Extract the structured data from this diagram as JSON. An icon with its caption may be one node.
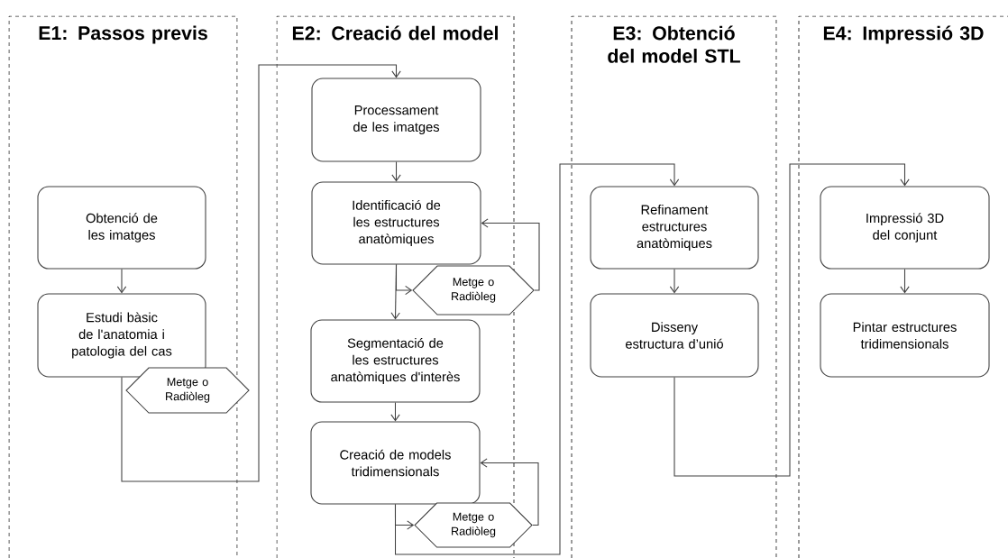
{
  "diagram": {
    "nodes": [
      {
        "text": [
          "E1: Passos previs"
        ]
      },
      {
        "text": [
          "E2: Creació del model"
        ]
      },
      {
        "text": [
          "E3: Obtenció del model STL"
        ]
      },
      {
        "text": [
          "E4: Impressió 3D"
        ]
      },
      {
        "text": [
          "Obtenció de les imatges"
        ],
        "in": 0
      },
      {
        "text": [
          "Estudi bàsic de l'anatomia i patologia del cas"
        ],
        "in": 0
      },
      {
        "text": [
          "Metge o Radiòleg"
        ]
      },
      {
        "text": [
          "Processament de les imatges"
        ],
        "in": 1
      },
      {
        "text": [
          "Identificació de les estructures anatòmiques"
        ],
        "in": 1
      },
      {
        "text": [
          "Metge o Radiòleg"
        ]
      },
      {
        "text": [
          "Segmentació de les estructures anatòmiques d'interès"
        ],
        "in": 1
      },
      {
        "text": [
          "Creació de models tridimensionals"
        ],
        "in": 1
      },
      {
        "text": [
          "Metge o Radiòleg"
        ]
      },
      {
        "text": [
          "Refinament estructures anatòmiques"
        ],
        "in": 2
      },
      {
        "text": [
          "Disseny estructura d’unió"
        ],
        "in": 2
      },
      {
        "text": [
          "Impressió 3D del conjunt"
        ],
        "in": 3
      },
      {
        "text": [
          "Pintar estructures tridimensionals"
        ],
        "in": 3
      }
    ],
    "edges": [
      {
        "from": 4,
        "to": 5,
        "arrow": "to"
      },
      {
        "from": 5,
        "to": 7,
        "arrow": "to"
      },
      {
        "from": 7,
        "to": 8,
        "arrow": "to"
      },
      {
        "from": 8,
        "to": 10,
        "arrow": "to"
      },
      {
        "from": 8,
        "to": 9,
        "arrow": "to"
      },
      {
        "from": 9,
        "to": 8,
        "arrow": "to"
      },
      {
        "from": 10,
        "to": 11,
        "arrow": "to"
      },
      {
        "from": 11,
        "to": 12,
        "arrow": "to"
      },
      {
        "from": 12,
        "to": 11,
        "arrow": "to"
      },
      {
        "from": 11,
        "to": 13,
        "arrow": "to"
      },
      {
        "from": 13,
        "to": 14,
        "arrow": "to"
      },
      {
        "from": 14,
        "to": 15,
        "arrow": "to"
      },
      {
        "from": 15,
        "to": 16,
        "arrow": "to"
      }
    ]
  }
}
